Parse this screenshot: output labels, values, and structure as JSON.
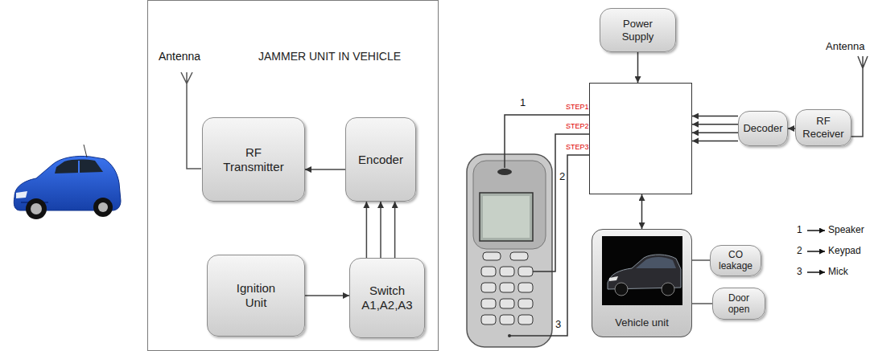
{
  "diagram": {
    "nodes": [
      {
        "text": [
          "JAMMER UNIT IN VEHICLE"
        ]
      },
      {
        "text": [
          "RF Transmitter"
        ],
        "in": 0
      },
      {
        "text": [
          "Encoder"
        ],
        "in": 0
      },
      {
        "text": [
          "Ignition Unit"
        ],
        "in": 0
      },
      {
        "text": [
          "Switch A1,A2,A3"
        ],
        "in": 0
      },
      {
        "text": [
          "Power Supply"
        ]
      },
      {
        "text": [
          "STEP1",
          "STEP2",
          "STEP3"
        ]
      },
      {
        "text": [
          "Decoder"
        ]
      },
      {
        "text": [
          "RF Receiver"
        ]
      },
      {
        "text": [
          "Vehicle unit"
        ]
      },
      {
        "text": [
          "CO leakage"
        ]
      },
      {
        "text": [
          "Door open"
        ]
      }
    ],
    "edges": [
      {
        "from": 2,
        "to": 1,
        "arrow": "to"
      },
      {
        "from": 3,
        "to": 4,
        "arrow": "to"
      },
      {
        "from": 4,
        "to": 2,
        "arrow": "to"
      },
      {
        "from": 4,
        "to": 2,
        "arrow": "to"
      },
      {
        "from": 4,
        "to": 2,
        "arrow": "to"
      },
      {
        "from": 5,
        "to": 6,
        "arrow": "to"
      },
      {
        "from": 8,
        "to": 7,
        "arrow": "to"
      },
      {
        "from": 7,
        "to": 6,
        "arrow": "to"
      },
      {
        "from": 7,
        "to": 6,
        "arrow": "to"
      },
      {
        "from": 7,
        "to": 6,
        "arrow": "to"
      },
      {
        "from": 7,
        "to": 6,
        "arrow": "to"
      },
      {
        "from": 6,
        "to": 9,
        "arrow": "both"
      },
      {
        "from": 9,
        "to": 10,
        "arrow": "none"
      },
      {
        "from": 9,
        "to": 11,
        "arrow": "none"
      }
    ],
    "labels": [
      "Antenna",
      "Antenna",
      "1",
      "2",
      "3",
      "1",
      "Speaker",
      "2",
      "Keypad",
      "3",
      "Mick"
    ]
  }
}
